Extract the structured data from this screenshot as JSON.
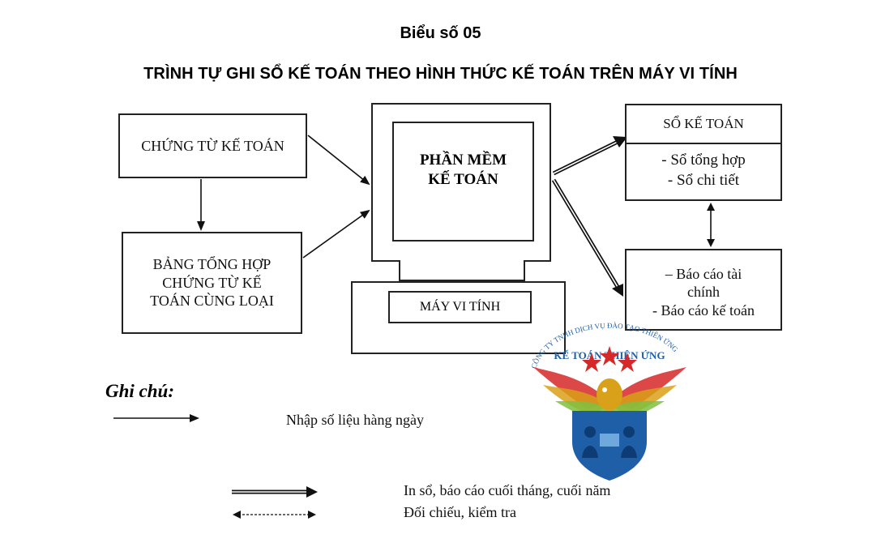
{
  "title": "Biểu số 05",
  "subtitle": "TRÌNH TỰ GHI SỔ KẾ TOÁN THEO HÌNH THỨC KẾ TOÁN TRÊN MÁY VI TÍNH",
  "nodes": {
    "chung_tu": "CHỨNG TỪ KẾ TOÁN",
    "bang_tong_hop": "BẢNG TỔNG HỢP\nCHỨNG TỪ KẾ\nTOÁN CÙNG LOẠI",
    "phan_mem": "PHẦN MỀM\nKẾ TOÁN",
    "may_vi_tinh": "MÁY VI TÍNH",
    "so_ke_toan_title": "SỔ KẾ TOÁN",
    "so_ke_toan_items": "- Sổ tổng hợp\n- Sổ chi tiết",
    "bao_cao": "–  Báo cáo tài\nchính\n- Báo cáo kế toán"
  },
  "legend": {
    "title": "Ghi chú:",
    "daily_input": "Nhập số liệu  hàng ngày",
    "periodic_print": "In sổ, báo cáo cuối tháng, cuối năm",
    "reconcile": "Đối chiếu, kiểm tra"
  },
  "logo": {
    "top_text": "CÔNG TY TNHH DỊCH VỤ ĐÀO TẠO THIÊN ỨNG",
    "name": "KẾ TOÁN THIÊN ỨNG",
    "colors": {
      "red": "#d62828",
      "blue": "#1f5fa8",
      "gold": "#d9a019",
      "green": "#7fbf3f"
    }
  }
}
